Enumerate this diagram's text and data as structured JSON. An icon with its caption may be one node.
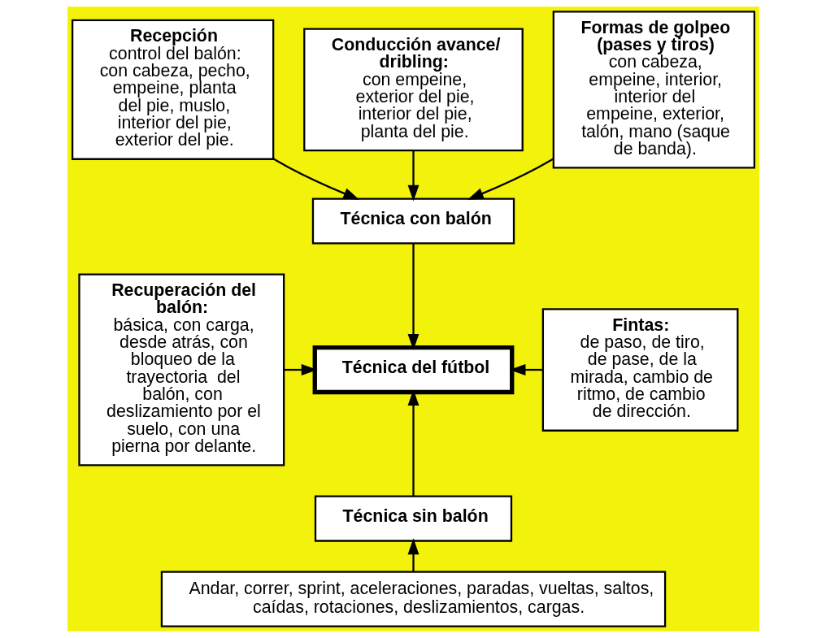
{
  "diagram": {
    "nodes": [
      {
        "text": [
          "Recepción",
          "control del balón: con cabeza, pecho, empeine, planta del pie, muslo, interior del pie, exterior del pie."
        ]
      },
      {
        "text": [
          "Conducción avance/ dribling:",
          "con empeine, exterior del pie, interior del pie, planta del pie."
        ]
      },
      {
        "text": [
          "Formas de golpeo (pases y tiros)",
          "con cabeza, empeine, interior, interior del empeine, exterior, talón, mano (saque de banda)."
        ]
      },
      {
        "text": [
          "Técnica con balón"
        ]
      },
      {
        "text": [
          "Recuperación del balón:",
          "básica, con carga, desde atrás, con bloqueo de la trayectoria  del balón, con deslizamiento por el suelo, con una pierna por delante."
        ]
      },
      {
        "text": [
          "Técnica del fútbol"
        ]
      },
      {
        "text": [
          "Fintas:",
          "de paso, de tiro, de pase, de la mirada, cambio de ritmo, de cambio de dirección."
        ]
      },
      {
        "text": [
          "Técnica sin balón"
        ]
      },
      {
        "text": [
          "Andar, correr, sprint, aceleraciones, paradas, vueltas, saltos, caídas, rotaciones, deslizamientos, cargas."
        ]
      }
    ],
    "edges": [
      {
        "from": 0,
        "to": 3,
        "arrow": "to"
      },
      {
        "from": 1,
        "to": 3,
        "arrow": "to"
      },
      {
        "from": 2,
        "to": 3,
        "arrow": "to"
      },
      {
        "from": 3,
        "to": 5,
        "arrow": "to"
      },
      {
        "from": 4,
        "to": 5,
        "arrow": "to"
      },
      {
        "from": 6,
        "to": 5,
        "arrow": "to"
      },
      {
        "from": 7,
        "to": 5,
        "arrow": "to"
      },
      {
        "from": 8,
        "to": 7,
        "arrow": "to"
      }
    ]
  }
}
